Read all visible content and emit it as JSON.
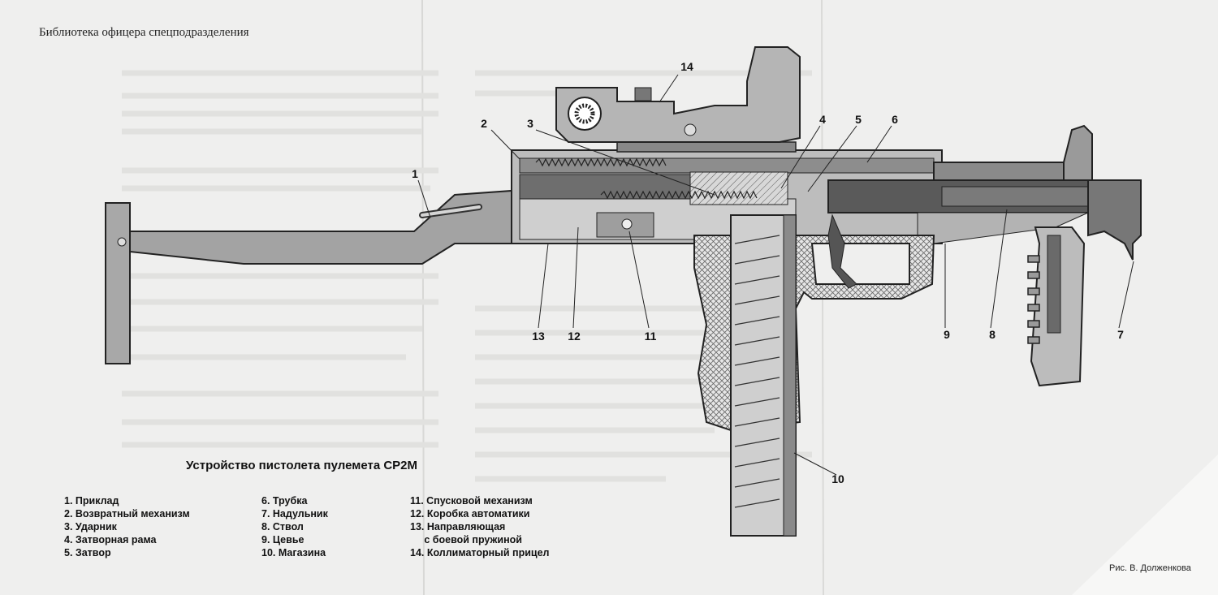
{
  "header": "Библиотека офицера спецподразделения",
  "title": "Устройство пистолета пулемета СР2М",
  "legend": {
    "col1": [
      "1. Приклад",
      "2. Возвратный механизм",
      "3. Ударник",
      "4. Затворная рама",
      "5. Затвор"
    ],
    "col2": [
      "6. Трубка",
      "7. Надульник",
      "8. Ствол",
      "9. Цевье",
      "10. Магазина"
    ],
    "col3": [
      "11. Спусковой механизм",
      "12. Коробка автоматики",
      "13. Направляющая",
      "     с боевой пружиной",
      "14. Коллиматорный прицел"
    ]
  },
  "callouts": [
    "1",
    "2",
    "3",
    "4",
    "5",
    "6",
    "7",
    "8",
    "9",
    "10",
    "11",
    "12",
    "13",
    "14"
  ],
  "credit": "Рис. В. Долженкова",
  "colors": {
    "paper": "#efefee",
    "metal": "#9a9a9a",
    "dark": "#4a4a4a",
    "outline": "#222222"
  }
}
